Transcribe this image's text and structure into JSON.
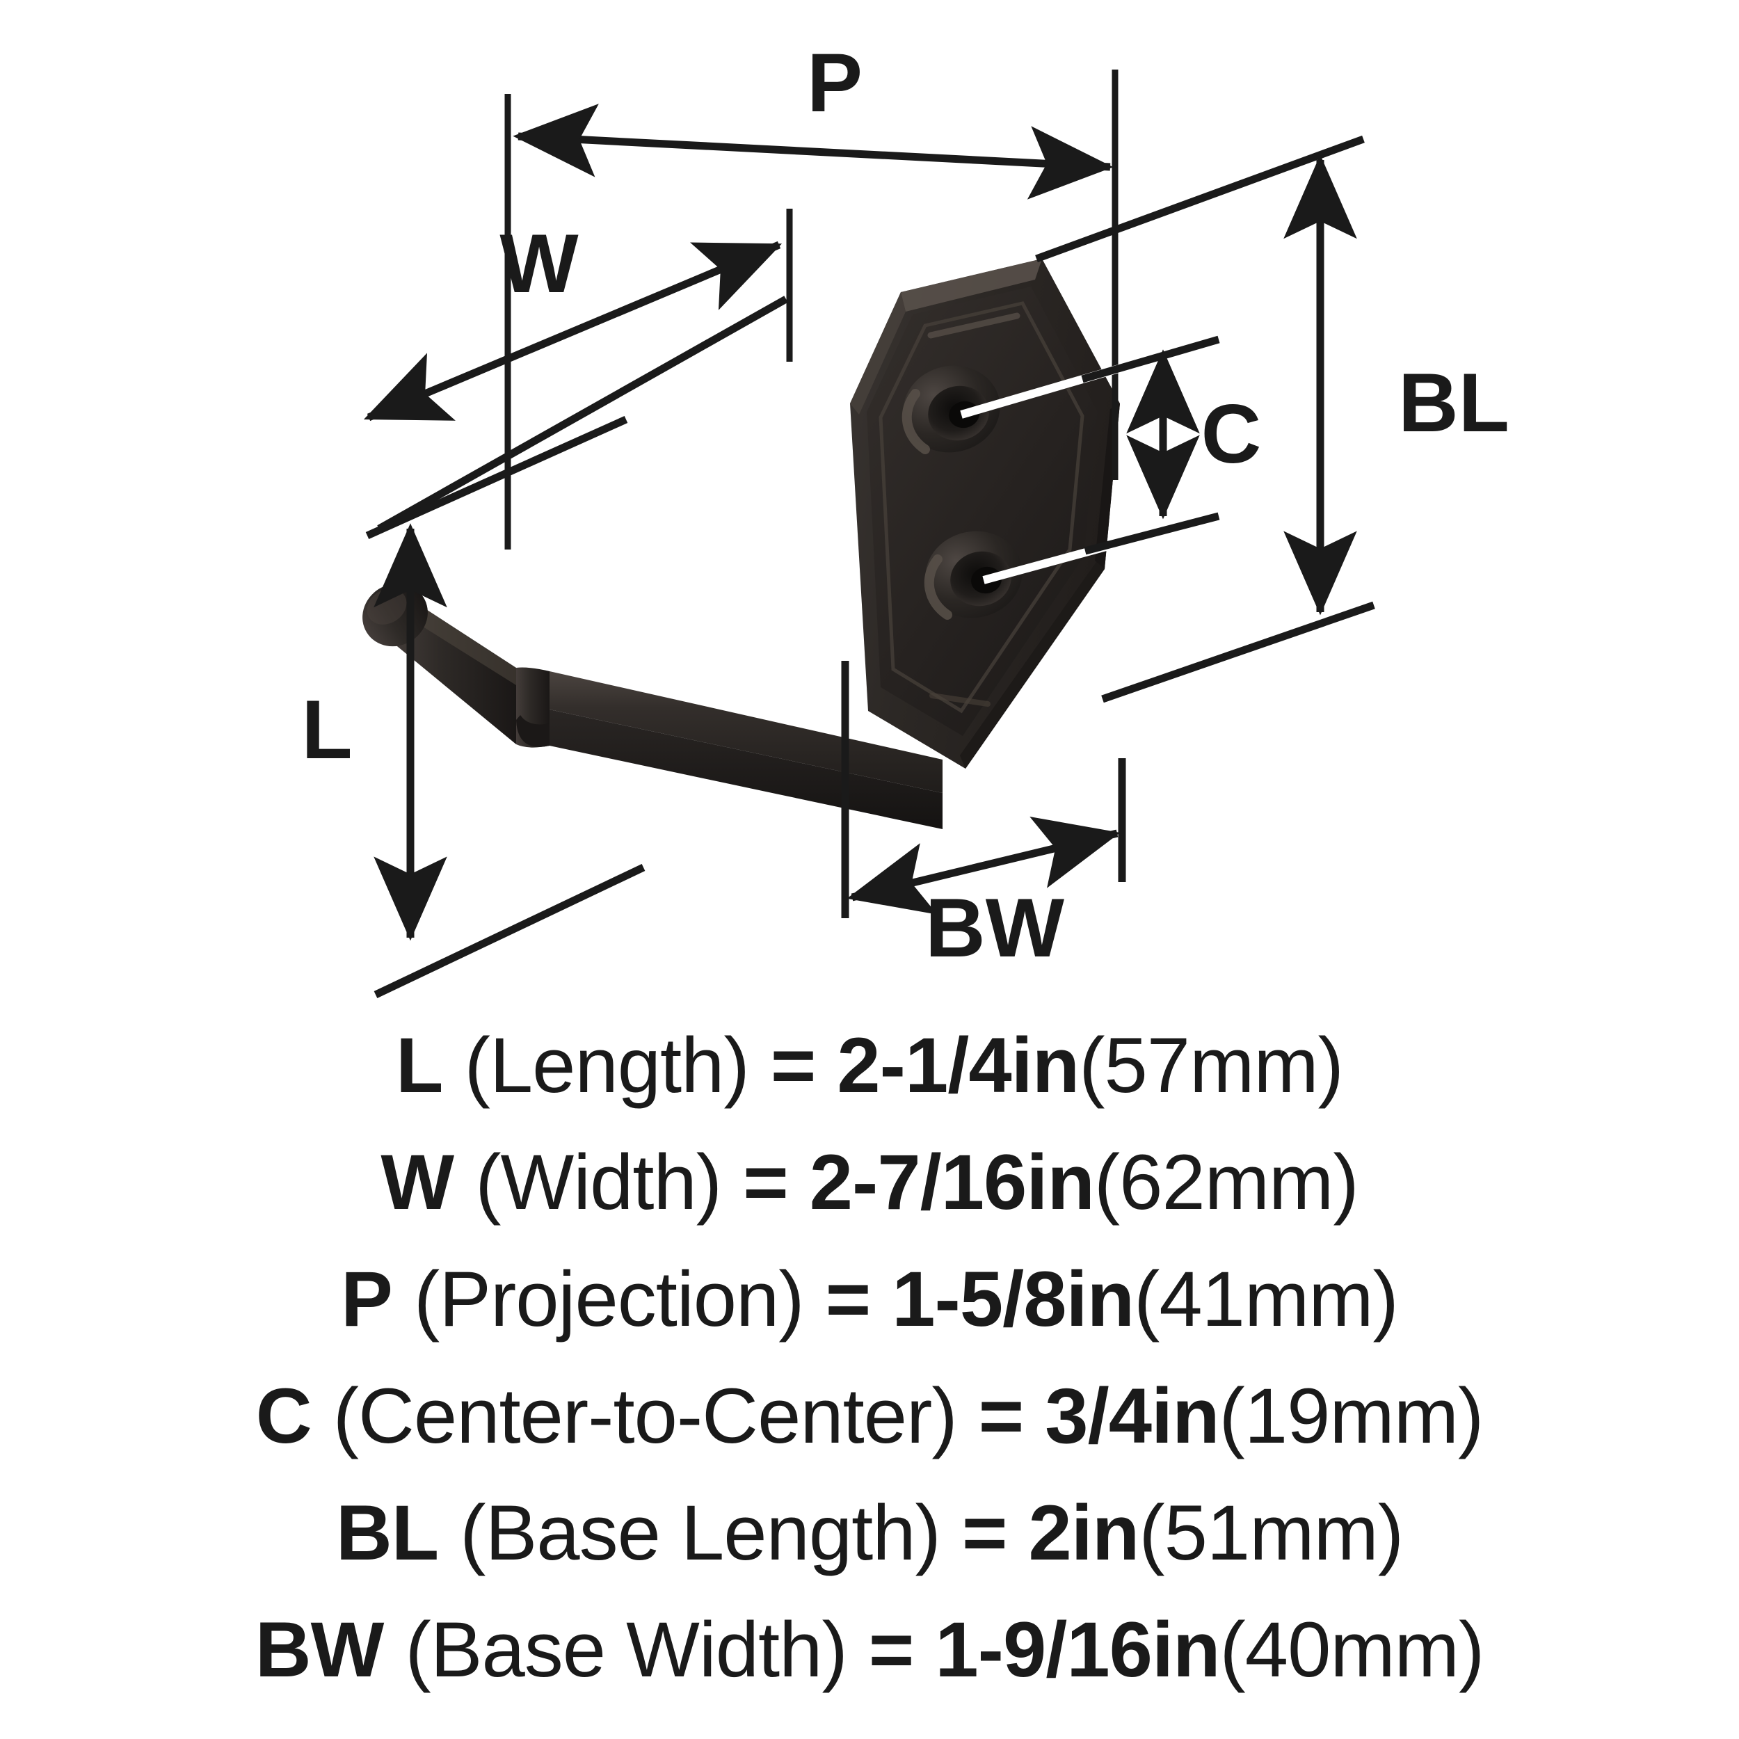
{
  "diagram": {
    "title": "wall hook dimension diagram",
    "product": "single prong wall hook with hexagonal base plate",
    "finish_color": "#2b2724",
    "line_color": "#1a1a1a",
    "background_color": "#ffffff",
    "callouts": [
      {
        "key": "P",
        "label": "P",
        "orientation": "horizontal-top",
        "note": "projection from wall to front of hook"
      },
      {
        "key": "W",
        "label": "W",
        "orientation": "diagonal",
        "note": "overall width"
      },
      {
        "key": "L",
        "label": "L",
        "orientation": "vertical-left",
        "note": "overall length / drop"
      },
      {
        "key": "C",
        "label": "C",
        "orientation": "vertical-short",
        "note": "center-to-center of mounting holes"
      },
      {
        "key": "BL",
        "label": "BL",
        "orientation": "vertical-right",
        "note": "base plate length"
      },
      {
        "key": "BW",
        "label": "BW",
        "orientation": "horizontal-bottom",
        "note": "base plate width"
      }
    ]
  },
  "legend": {
    "rows": [
      {
        "symbol": "L",
        "name": "(Length)",
        "equals": "=",
        "value_in": "2-1/4in",
        "value_mm": "(57mm)"
      },
      {
        "symbol": "W",
        "name": "(Width)",
        "equals": "=",
        "value_in": "2-7/16in",
        "value_mm": "(62mm)"
      },
      {
        "symbol": "P",
        "name": "(Projection)",
        "equals": "=",
        "value_in": "1-5/8in",
        "value_mm": "(41mm)"
      },
      {
        "symbol": "C",
        "name": "(Center-to-Center)",
        "equals": "=",
        "value_in": "3/4in",
        "value_mm": "(19mm)"
      },
      {
        "symbol": "BL",
        "name": "(Base Length)",
        "equals": "=",
        "value_in": "2in",
        "value_mm": "(51mm)"
      },
      {
        "symbol": "BW",
        "name": "(Base Width)",
        "equals": "=",
        "value_in": "1-9/16in",
        "value_mm": "(40mm)"
      }
    ]
  }
}
